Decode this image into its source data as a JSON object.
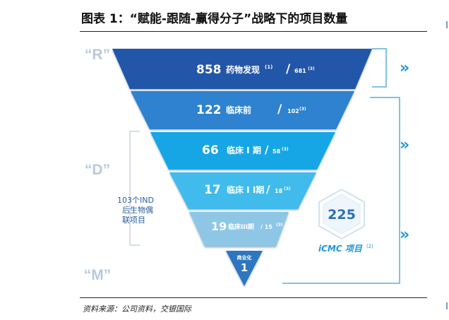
{
  "figure": {
    "title": "图表 1：“赋能-跟随-赢得分子”战略下的项目数量",
    "source": "资料来源：公司资料，交银国际"
  },
  "phases": {
    "r": "“R”",
    "d": "“D”",
    "m": "“M”"
  },
  "funnel": [
    {
      "value": "858",
      "label": "药物发现",
      "note": "(1)",
      "total": "681",
      "total_note": "(3)",
      "color": "#2356a8"
    },
    {
      "value": "122",
      "label": "临床前",
      "note": "",
      "total": "102",
      "total_note": "(3)",
      "color": "#2d82cf"
    },
    {
      "value": "66",
      "label": "临床 I 期",
      "note": "",
      "total": "58",
      "total_note": "(3)",
      "color": "#15a6e6"
    },
    {
      "value": "17",
      "label": "临床 I I期",
      "note": "",
      "total": "18",
      "total_note": "(3)",
      "color": "#3fbbec"
    },
    {
      "value": "19",
      "label": "临床III期",
      "note": "",
      "total": "15",
      "total_note": "(3)",
      "color": "#8ec6e6"
    },
    {
      "value": "1",
      "label": "商业化",
      "note": "",
      "total": "",
      "total_note": "",
      "color": "#2f76c0"
    }
  ],
  "ind_note": [
    "103个IND",
    "后生物偶",
    "联项目"
  ],
  "icmc": {
    "count": "225",
    "label": "iCMC 项目",
    "note": "(2)"
  },
  "chevron": "»",
  "colors": {
    "accent": "#1e96d6",
    "phase_text": "#b9c9d9",
    "bracket": "#5aaedc"
  }
}
